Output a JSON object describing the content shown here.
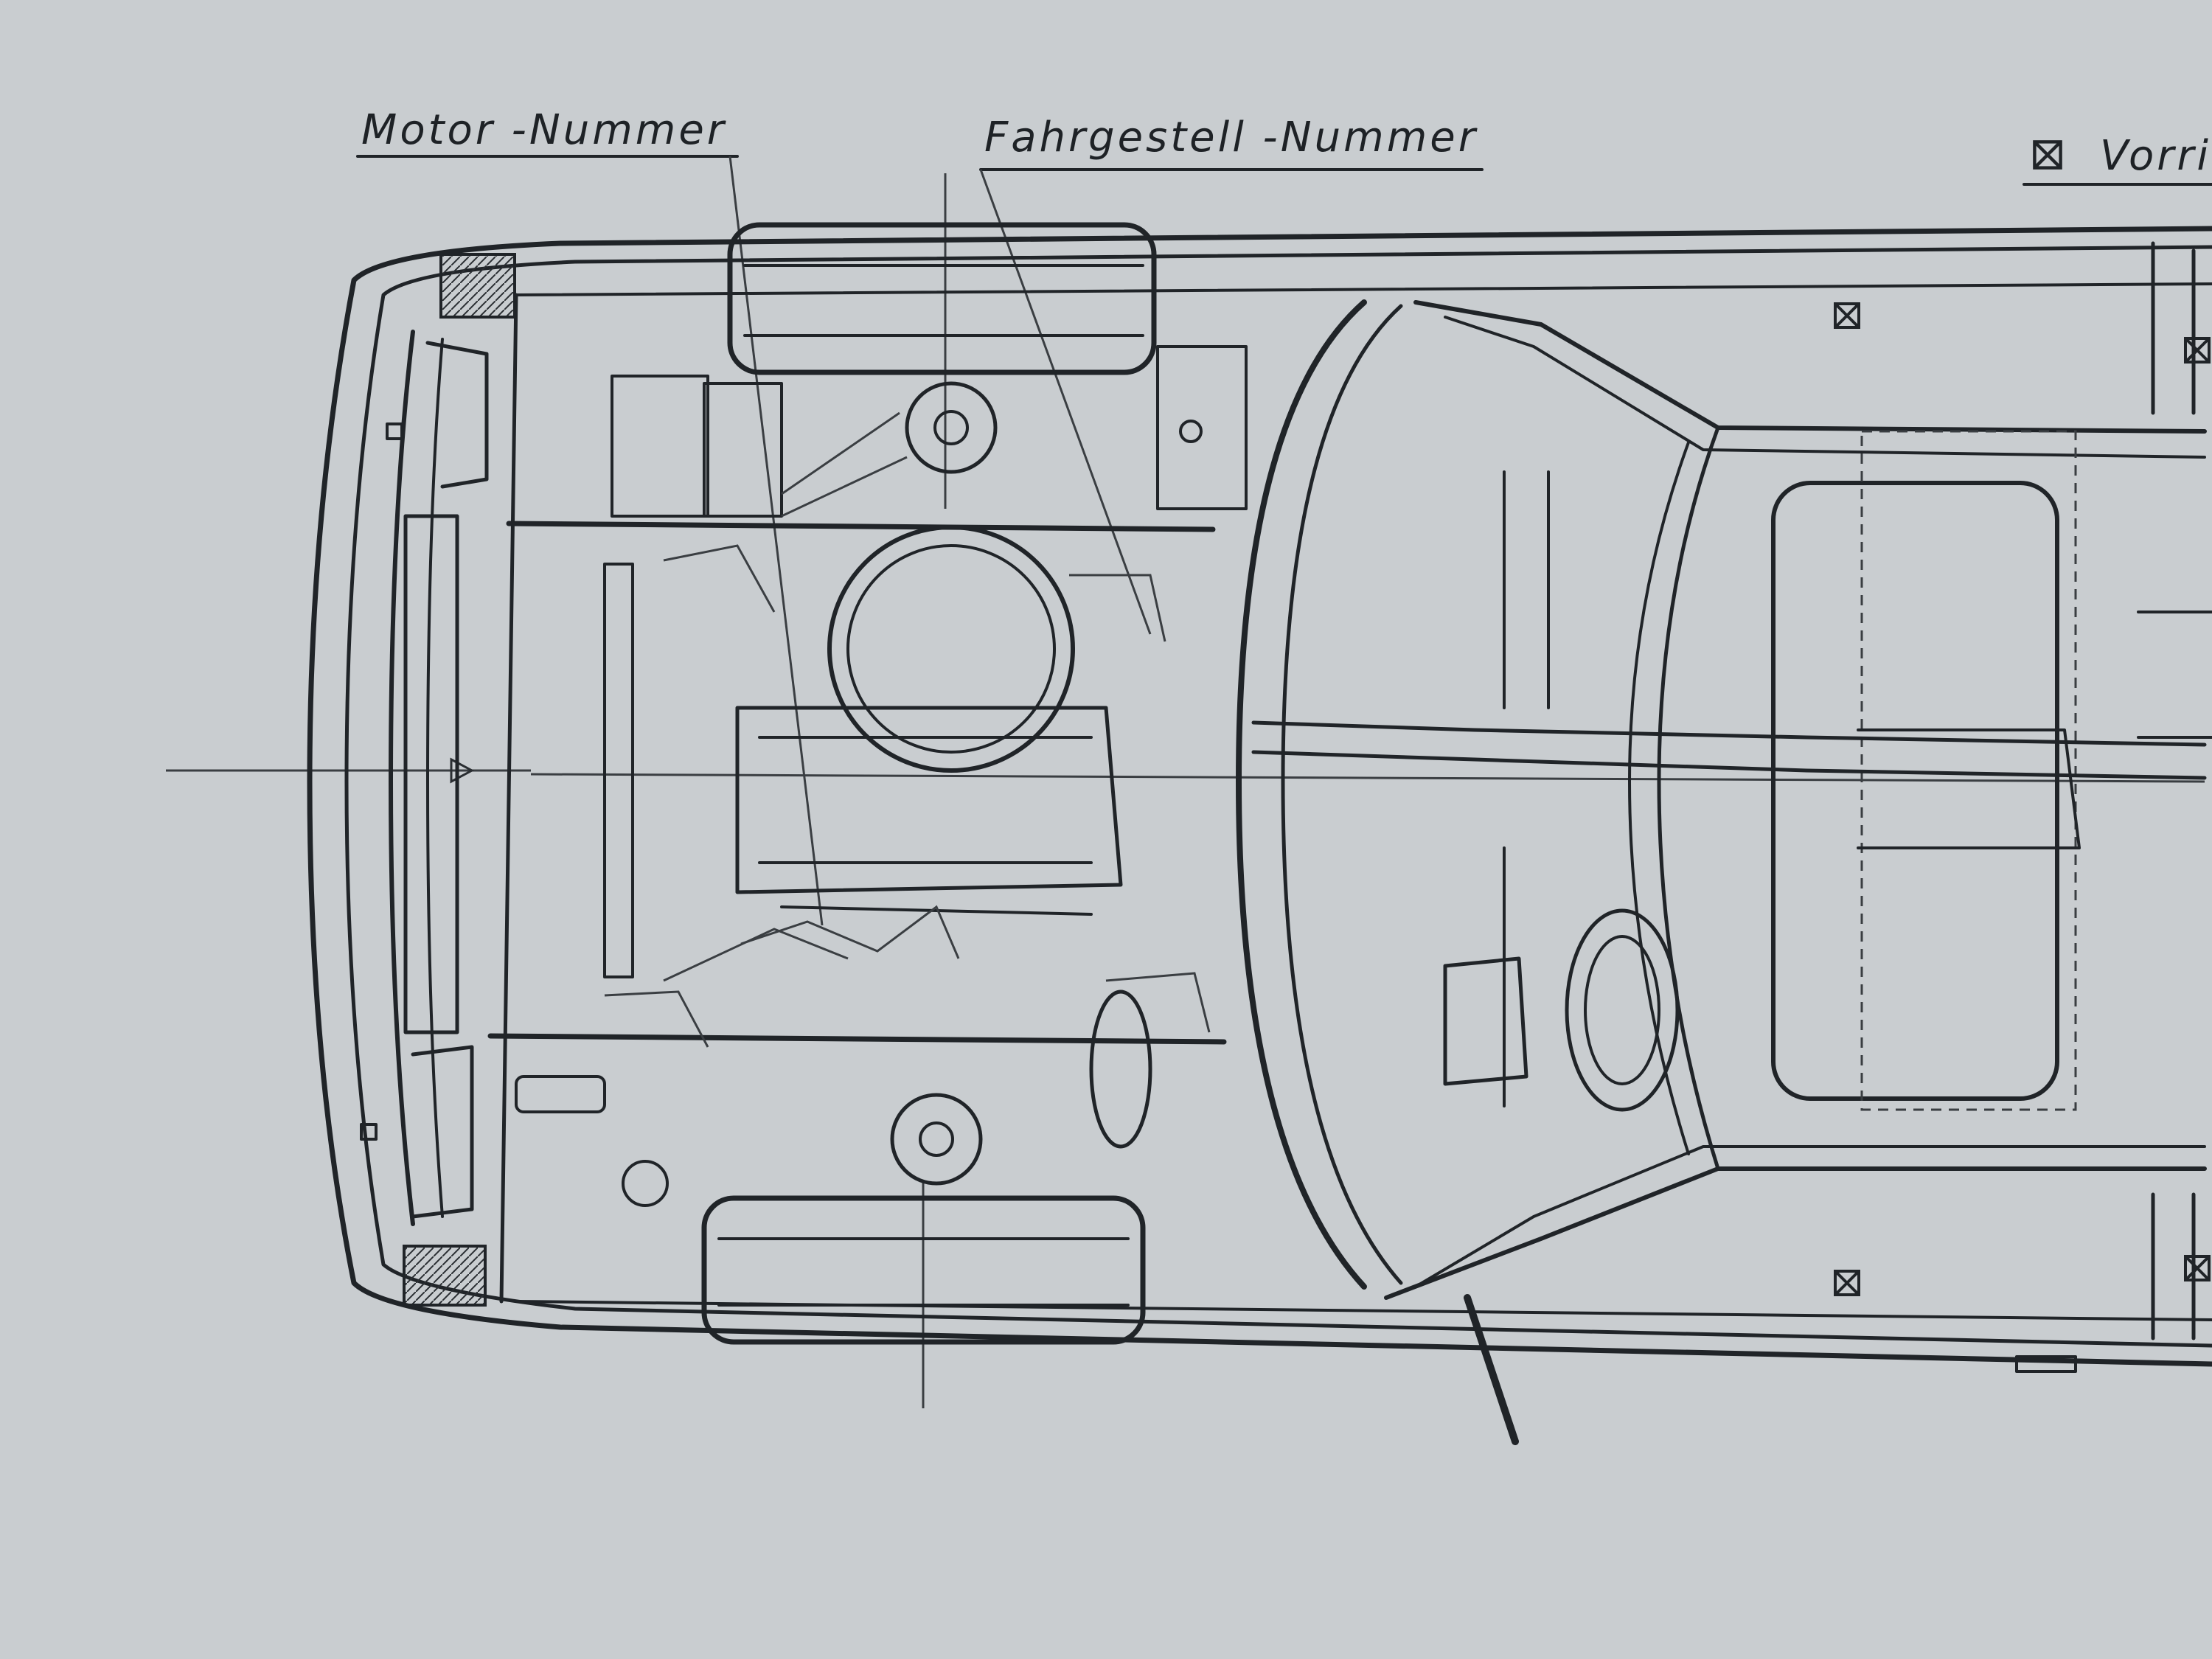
{
  "labels": {
    "engine_number": "Motor -Nummer",
    "chassis_number": "Fahrgestell -Nummer",
    "marker_partial": "Vorri"
  },
  "colors": {
    "paper": "#c9cdd0",
    "ink": "#202428"
  },
  "icons": {
    "marker": "crossed-square-icon"
  }
}
